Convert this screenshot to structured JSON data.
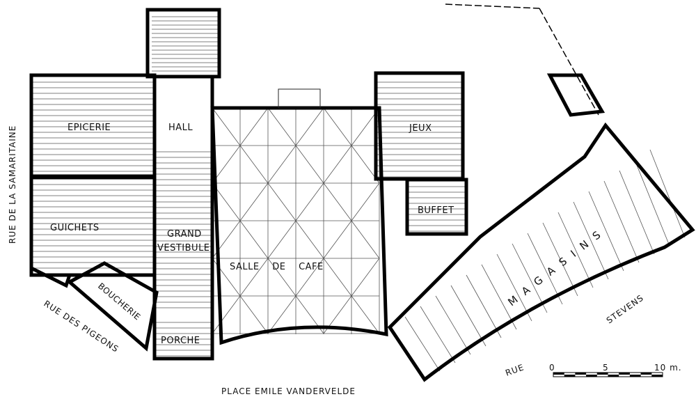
{
  "rooms": {
    "epicerie": "EPICERIE",
    "hall": "HALL",
    "jeux": "JEUX",
    "guichets": "GUICHETS",
    "grand": "GRAND",
    "vestibule": "VESTIBULE",
    "buffet": "BUFFET",
    "salle_de_cafe": "SALLE  DE  CAFE",
    "boucherie": "BOUCHERIE",
    "magasins": "MAGASINS",
    "porche": "PORCHE"
  },
  "streets": {
    "samaritaine": "RUE DE LA SAMARITAINE",
    "pigeons": "RUE DES PIGEONS",
    "stevens": "STEVENS",
    "rue": "RUE",
    "place": "PLACE EMILE VANDERVELDE"
  },
  "scale": {
    "zero": "0",
    "five": "5",
    "ten": "10 m."
  }
}
